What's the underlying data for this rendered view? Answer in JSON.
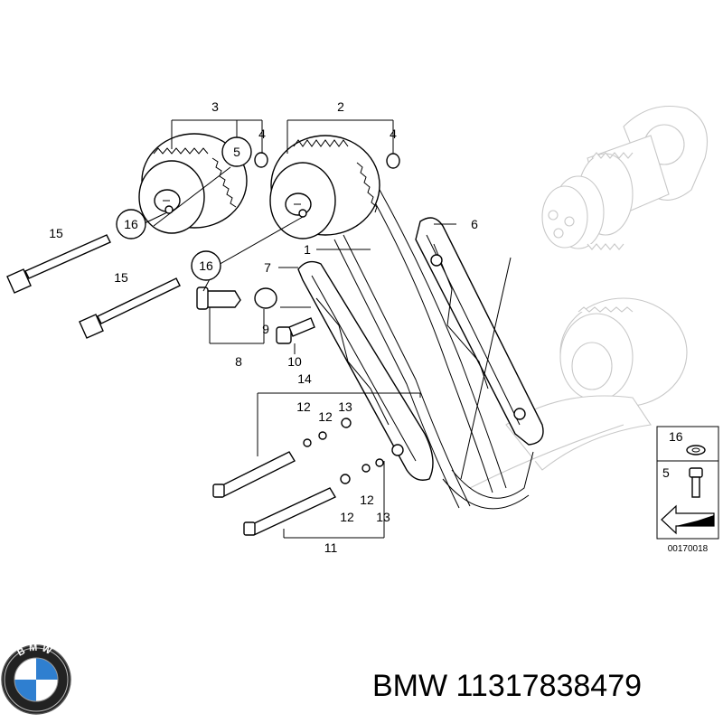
{
  "callouts": {
    "c1": "1",
    "c2": "2",
    "c3": "3",
    "c4a": "4",
    "c4b": "4",
    "c5": "5",
    "c6": "6",
    "c7": "7",
    "c8": "8",
    "c9": "9",
    "c10": "10",
    "c11": "11",
    "c12a": "12",
    "c12b": "12",
    "c12c": "12",
    "c12d": "12",
    "c13a": "13",
    "c13b": "13",
    "c14": "14",
    "c15a": "15",
    "c15b": "15",
    "c16a": "16",
    "c16b": "16"
  },
  "legend": {
    "item16": "16",
    "item5": "5",
    "code": "00170018"
  },
  "logo": {
    "brand_text": "BMW"
  },
  "caption": {
    "brand": "BMW",
    "part_number": "11317838479"
  }
}
